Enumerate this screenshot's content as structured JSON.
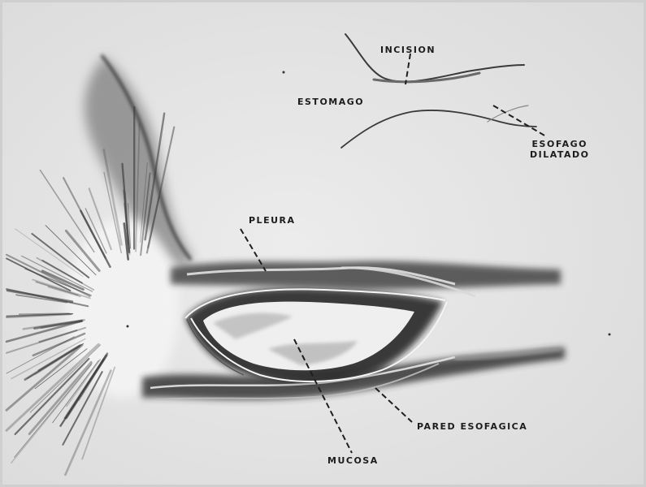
{
  "figure": {
    "labels": {
      "incision": "INCISION",
      "estomago": "ESTOMAGO",
      "esofago_line1": "ESOFAGO",
      "esofago_line2": "DILATADO",
      "pleura": "PLEURA",
      "pared": "PARED ESOFAGICA",
      "mucosa": "MUCOSA"
    }
  }
}
